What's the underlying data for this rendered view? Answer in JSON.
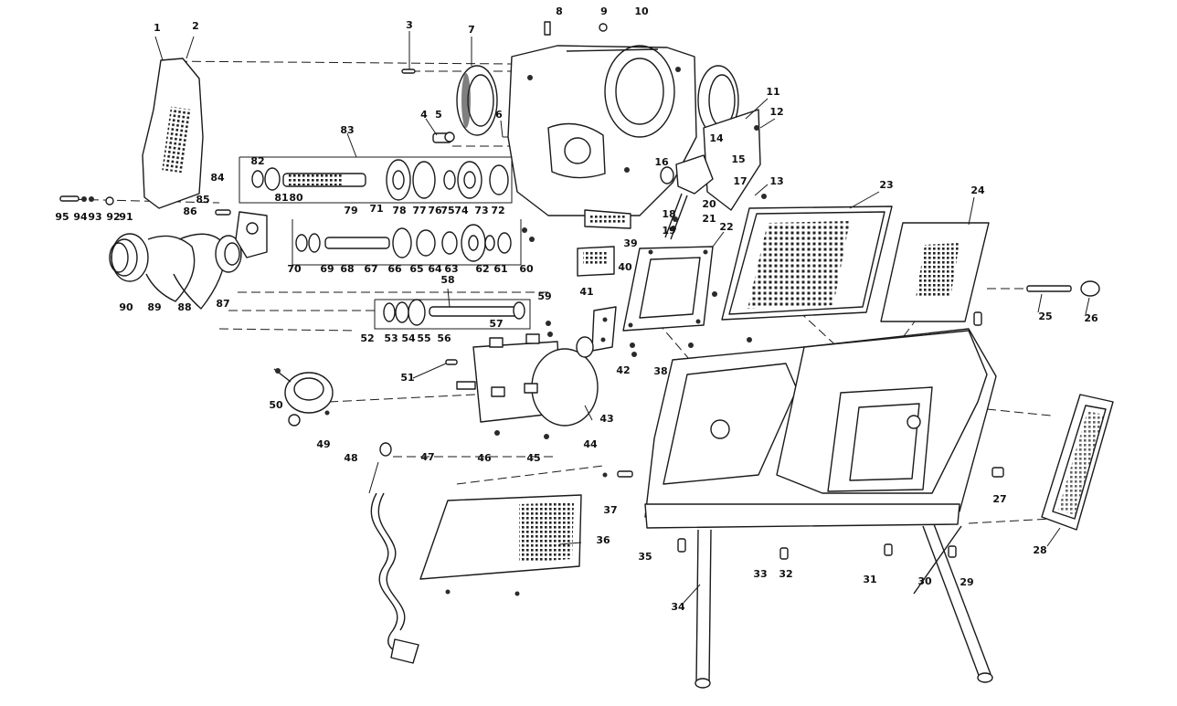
{
  "callouts": [
    {
      "n": "1"
    },
    {
      "n": "2"
    },
    {
      "n": "3"
    },
    {
      "n": "4"
    },
    {
      "n": "5"
    },
    {
      "n": "6"
    },
    {
      "n": "7"
    },
    {
      "n": "8"
    },
    {
      "n": "9"
    },
    {
      "n": "10"
    },
    {
      "n": "11"
    },
    {
      "n": "12"
    },
    {
      "n": "13"
    },
    {
      "n": "14"
    },
    {
      "n": "15"
    },
    {
      "n": "16"
    },
    {
      "n": "17"
    },
    {
      "n": "18"
    },
    {
      "n": "19"
    },
    {
      "n": "20"
    },
    {
      "n": "21"
    },
    {
      "n": "22"
    },
    {
      "n": "23"
    },
    {
      "n": "24"
    },
    {
      "n": "25"
    },
    {
      "n": "26"
    },
    {
      "n": "27"
    },
    {
      "n": "28"
    },
    {
      "n": "29"
    },
    {
      "n": "30"
    },
    {
      "n": "31"
    },
    {
      "n": "32"
    },
    {
      "n": "33"
    },
    {
      "n": "34"
    },
    {
      "n": "35"
    },
    {
      "n": "36"
    },
    {
      "n": "37"
    },
    {
      "n": "38"
    },
    {
      "n": "39"
    },
    {
      "n": "40"
    },
    {
      "n": "41"
    },
    {
      "n": "42"
    },
    {
      "n": "43"
    },
    {
      "n": "44"
    },
    {
      "n": "45"
    },
    {
      "n": "46"
    },
    {
      "n": "47"
    },
    {
      "n": "48"
    },
    {
      "n": "49"
    },
    {
      "n": "50"
    },
    {
      "n": "51"
    },
    {
      "n": "52"
    },
    {
      "n": "53"
    },
    {
      "n": "54"
    },
    {
      "n": "55"
    },
    {
      "n": "56"
    },
    {
      "n": "57"
    },
    {
      "n": "58"
    },
    {
      "n": "59"
    },
    {
      "n": "60"
    },
    {
      "n": "61"
    },
    {
      "n": "62"
    },
    {
      "n": "63"
    },
    {
      "n": "64"
    },
    {
      "n": "65"
    },
    {
      "n": "66"
    },
    {
      "n": "67"
    },
    {
      "n": "68"
    },
    {
      "n": "69"
    },
    {
      "n": "70"
    },
    {
      "n": "71"
    },
    {
      "n": "72"
    },
    {
      "n": "73"
    },
    {
      "n": "74"
    },
    {
      "n": "75"
    },
    {
      "n": "76"
    },
    {
      "n": "77"
    },
    {
      "n": "78"
    },
    {
      "n": "79"
    },
    {
      "n": "80"
    },
    {
      "n": "81"
    },
    {
      "n": "82"
    },
    {
      "n": "83"
    },
    {
      "n": "84"
    },
    {
      "n": "85"
    },
    {
      "n": "86"
    },
    {
      "n": "87"
    },
    {
      "n": "88"
    },
    {
      "n": "89"
    },
    {
      "n": "90"
    },
    {
      "n": "91"
    },
    {
      "n": "92"
    },
    {
      "n": "93"
    },
    {
      "n": "94"
    },
    {
      "n": "95"
    }
  ],
  "colors": {
    "ink": "#1a1a1a",
    "paper": "#ffffff"
  }
}
